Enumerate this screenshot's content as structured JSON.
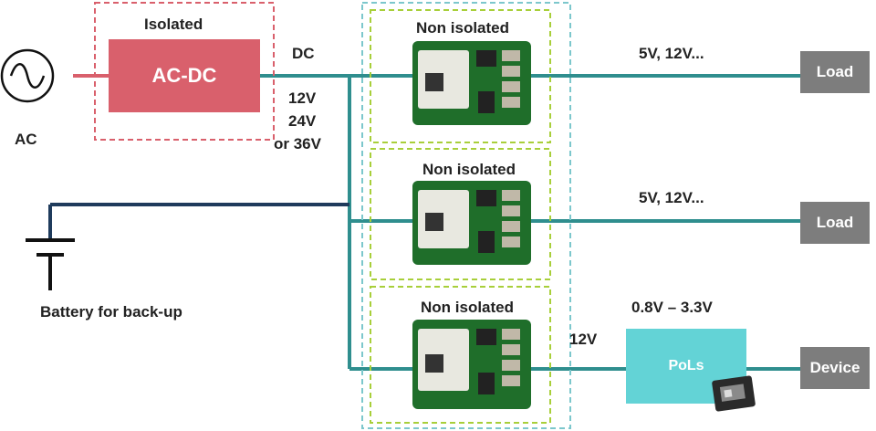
{
  "source": {
    "symbol": "sine-wave-icon",
    "label": "AC"
  },
  "isolated_stage": {
    "caption": "Isolated",
    "block_label": "AC-DC"
  },
  "dc_bus": {
    "label": "DC",
    "voltages": [
      "12V",
      "24V",
      "or 36V"
    ]
  },
  "battery": {
    "label": "Battery for back-up"
  },
  "converters": [
    {
      "caption": "Non isolated",
      "output": "5V, 12V...",
      "load": "Load"
    },
    {
      "caption": "Non isolated",
      "output": "5V, 12V...",
      "load": "Load"
    },
    {
      "caption": "Non isolated",
      "output": "12V",
      "load": "Device"
    }
  ],
  "pol": {
    "label": "PoLs",
    "range": "0.8V – 3.3V"
  },
  "colors": {
    "bus": "#2f8e8e",
    "battery_bus": "#1f3b5c",
    "ac": "#d9606c",
    "pol": "#63d3d6",
    "load": "#7d7d7d",
    "pcb": "#1f6e2a"
  }
}
